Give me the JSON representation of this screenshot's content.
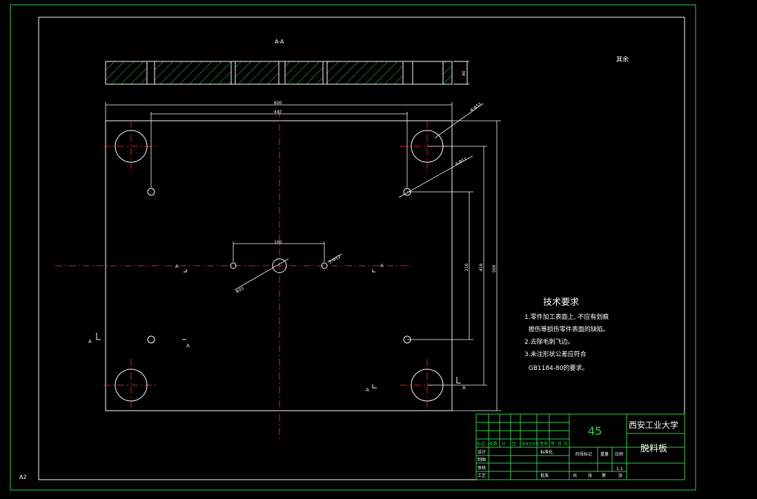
{
  "sheet": {
    "size_label": "A2",
    "roughness_note": "其余",
    "section_title": "A-A"
  },
  "dimensions": {
    "overall_width": "600",
    "inner_hole_span": "447",
    "overall_height": "500",
    "inner_height": "416",
    "small_height": "216",
    "center_span": "100",
    "large_hole_note": "4-Φ52",
    "small_hole_note": "4-Φ11",
    "center_side_holes": "2-Φ12",
    "center_hole": "Φ20",
    "thickness": "40"
  },
  "section_marks": {
    "label": "A"
  },
  "tech_requirements": {
    "title": "技术要求",
    "lines": [
      "1.零件加工表面上, 不应有划痕",
      "  擦伤等损伤零件表面的缺陷。",
      "2.去除毛刺飞边。",
      "3.未注形状公差应符合",
      "  GB1184-80的要求。"
    ]
  },
  "title_block": {
    "material": "45",
    "school": "西安工业大学",
    "part_name": "脱料板",
    "scale": "1:1",
    "header_labels": [
      "标记",
      "处数",
      "分",
      "区",
      "更改文件号",
      "签名",
      "年",
      "月",
      "日"
    ],
    "row_labels": [
      "设计",
      "审核",
      "工艺"
    ],
    "extra_labels": [
      "制图",
      "标准化",
      "批准"
    ],
    "stage_label": "阶段标记",
    "weight_label": "重量",
    "scale_label": "比例",
    "sheet_labels": [
      "共",
      "张",
      "第",
      "张"
    ]
  },
  "colors": {
    "frame": "#2fd24a",
    "lines": "#ffffff",
    "center_lines": "#e02020",
    "hatch": "#2fd24a"
  }
}
